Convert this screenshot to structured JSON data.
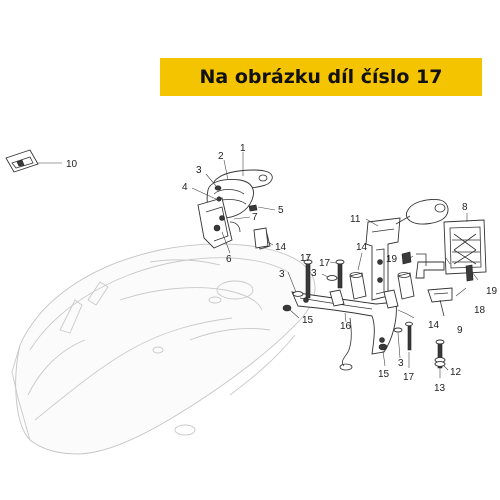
{
  "banner": {
    "text": "Na obrázku díl číslo 17",
    "color": "#f5c400"
  },
  "callouts": [
    {
      "id": "c10",
      "label": "10"
    },
    {
      "id": "c1",
      "label": "1"
    },
    {
      "id": "c2",
      "label": "2"
    },
    {
      "id": "c3a",
      "label": "3"
    },
    {
      "id": "c4",
      "label": "4"
    },
    {
      "id": "c5",
      "label": "5"
    },
    {
      "id": "c7",
      "label": "7"
    },
    {
      "id": "c6",
      "label": "6"
    },
    {
      "id": "c14a",
      "label": "14"
    },
    {
      "id": "c11",
      "label": "11"
    },
    {
      "id": "c8",
      "label": "8"
    },
    {
      "id": "c14b",
      "label": "14"
    },
    {
      "id": "c19a",
      "label": "19"
    },
    {
      "id": "c19b",
      "label": "19"
    },
    {
      "id": "c17a",
      "label": "17"
    },
    {
      "id": "c3b",
      "label": "3"
    },
    {
      "id": "c17b",
      "label": "17"
    },
    {
      "id": "c3c",
      "label": "3"
    },
    {
      "id": "c18",
      "label": "18"
    },
    {
      "id": "c15a",
      "label": "15"
    },
    {
      "id": "c16",
      "label": "16"
    },
    {
      "id": "c14c",
      "label": "14"
    },
    {
      "id": "c9",
      "label": "9"
    },
    {
      "id": "c15b",
      "label": "15"
    },
    {
      "id": "c3d",
      "label": "3"
    },
    {
      "id": "c17c",
      "label": "17"
    },
    {
      "id": "c12",
      "label": "12"
    },
    {
      "id": "c13",
      "label": "13"
    }
  ]
}
